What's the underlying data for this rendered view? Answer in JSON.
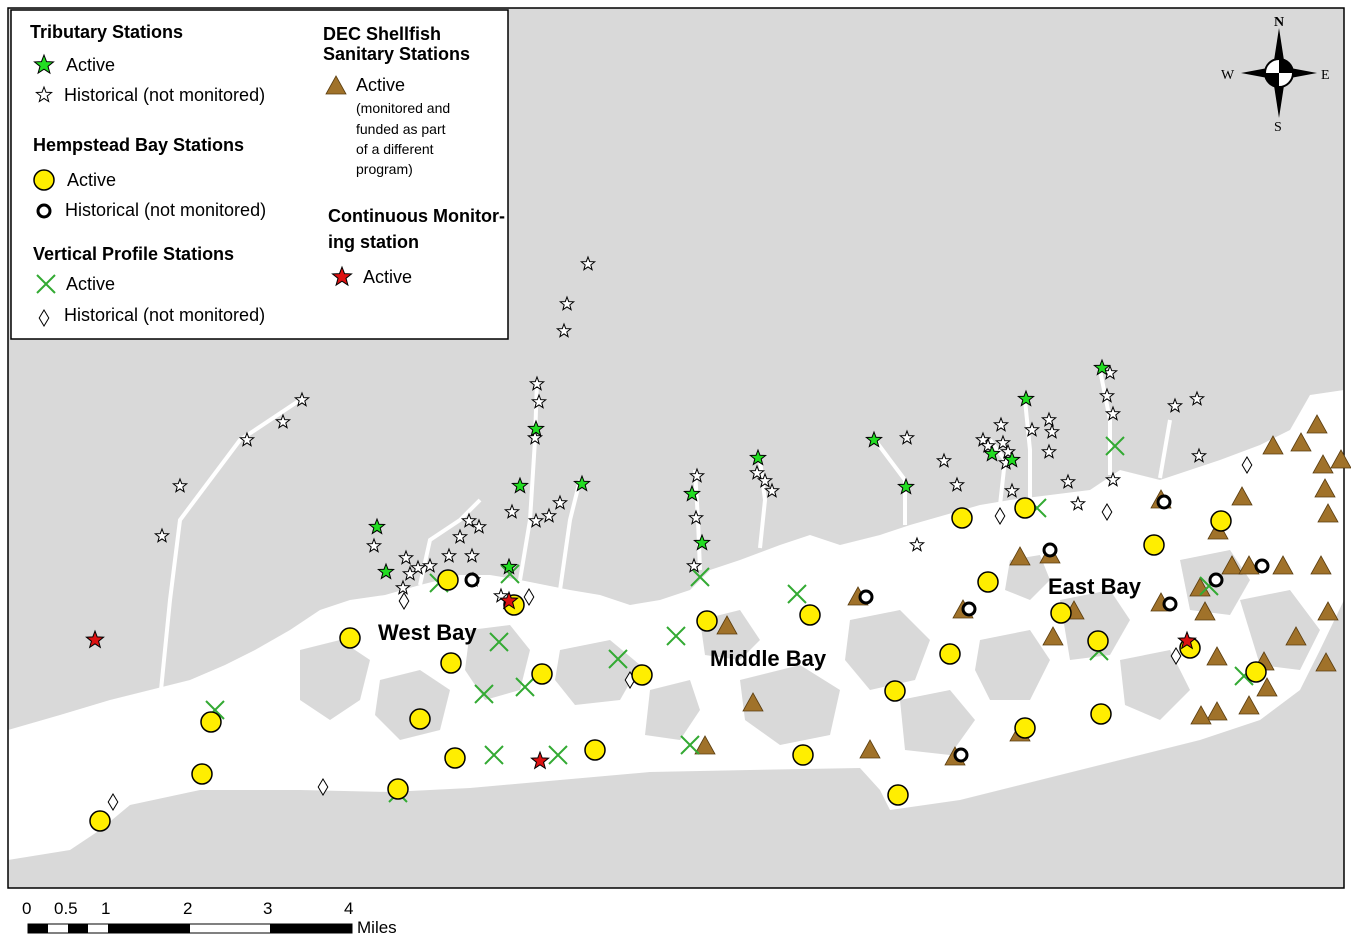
{
  "legend": {
    "tributary": {
      "heading": "Tributary Stations",
      "active": "Active",
      "historical": "Historical (not monitored)"
    },
    "hempstead": {
      "heading": "Hempstead Bay Stations",
      "active": "Active",
      "historical": "Historical (not monitored)"
    },
    "vertical": {
      "heading": "Vertical Profile Stations",
      "active": "Active",
      "historical": "Historical (not monitored)"
    },
    "shellfish": {
      "heading_line1": "DEC Shellfish",
      "heading_line2": "Sanitary Stations",
      "active": "Active",
      "note_lines": [
        "(monitored and",
        "funded as part",
        "of a different",
        "program)"
      ]
    },
    "continuous": {
      "heading_line1": "Continuous Monitor-",
      "heading_line2": "ing station",
      "active": "Active"
    }
  },
  "bay_labels": {
    "west": "West Bay",
    "middle": "Middle Bay",
    "east": "East Bay"
  },
  "compass": {
    "n": "N",
    "s": "S",
    "e": "E",
    "w": "W"
  },
  "scale_bar": {
    "ticks": [
      "0",
      "0.5",
      "1",
      "2",
      "3",
      "4"
    ],
    "unit": "Miles"
  },
  "colors": {
    "land": "#d9d9d9",
    "water": "#ffffff",
    "tributary_active": "#22dd22",
    "hempstead_active": "#ffee00",
    "vertical_active": "#33aa33",
    "shellfish_active": "#a0722a",
    "continuous_active": "#dd1111"
  },
  "symbol_names": {
    "tributary_active": "green-star-icon",
    "tributary_historical": "outline-star-icon",
    "hempstead_active": "yellow-circle-icon",
    "hempstead_historical": "ring-icon",
    "vertical_active": "green-x-icon",
    "vertical_historical": "diamond-icon",
    "shellfish_active": "brown-triangle-icon",
    "continuous_active": "red-star-icon"
  }
}
